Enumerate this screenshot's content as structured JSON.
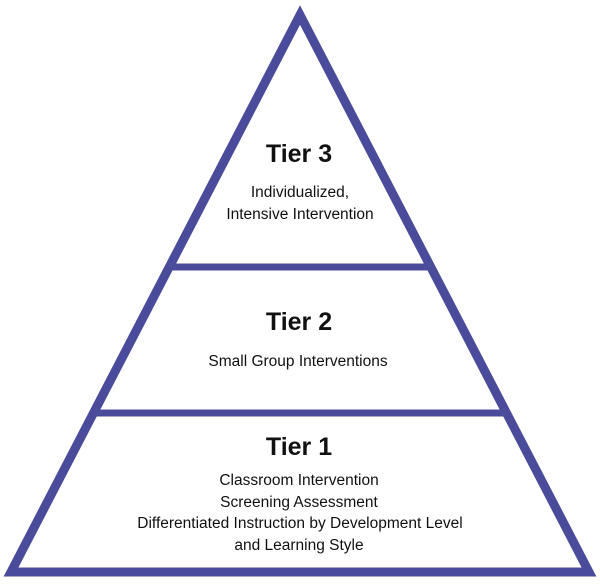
{
  "diagram": {
    "stroke_color": "#4b4b9b",
    "tiers": [
      {
        "title": "Tier 3",
        "lines": [
          "Individualized,",
          "Intensive Intervention"
        ]
      },
      {
        "title": "Tier 2",
        "lines": [
          "Small Group Interventions"
        ]
      },
      {
        "title": "Tier 1",
        "lines": [
          "Classroom Intervention",
          "Screening Assessment",
          "Differentiated Instruction by Development Level",
          "and Learning Style"
        ]
      }
    ]
  }
}
